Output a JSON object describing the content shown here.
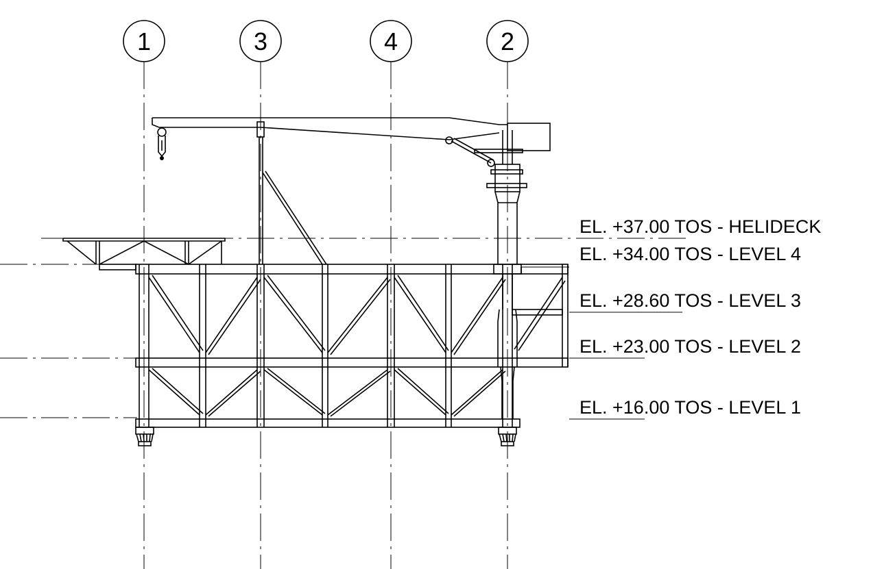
{
  "grid_bubbles": [
    {
      "label": "1"
    },
    {
      "label": "3"
    },
    {
      "label": "4"
    },
    {
      "label": "2"
    }
  ],
  "elevations": [
    {
      "label": "EL. +37.00 TOS - HELIDECK"
    },
    {
      "label": "EL. +34.00 TOS - LEVEL 4"
    },
    {
      "label": "EL. +28.60 TOS - LEVEL 3"
    },
    {
      "label": "EL. +23.00 TOS - LEVEL 2"
    },
    {
      "label": "EL. +16.00 TOS - LEVEL 1"
    }
  ]
}
